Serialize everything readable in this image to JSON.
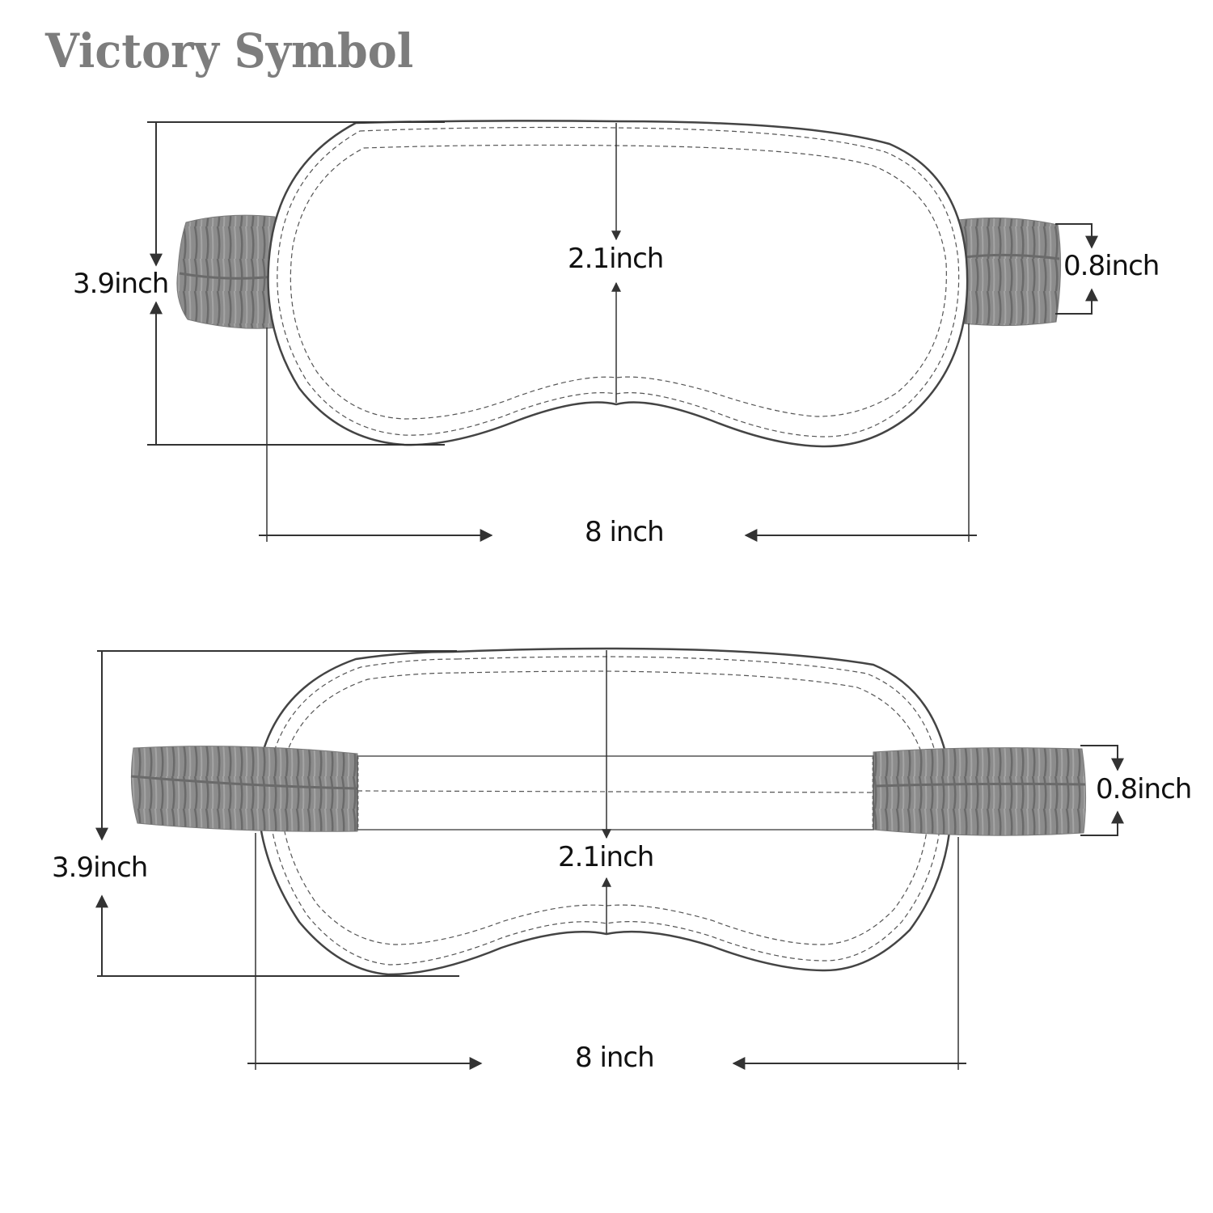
{
  "brand": {
    "name": "Victory Symbol",
    "color": "#7d7d7d"
  },
  "colors": {
    "outline": "#444444",
    "dim_line": "#333333",
    "strap": "#8a8a8a",
    "strap_dark": "#6e6e6e",
    "text": "#111111"
  },
  "diagrams": [
    {
      "view": "front",
      "dimensions": {
        "height_total": "3.9inch",
        "height_center": "2.1inch",
        "strap_width": "0.8inch",
        "width_total": "8 inch"
      }
    },
    {
      "view": "back",
      "dimensions": {
        "height_total": "3.9inch",
        "height_center": "2.1inch",
        "strap_width": "0.8inch",
        "width_total": "8 inch"
      }
    }
  ]
}
